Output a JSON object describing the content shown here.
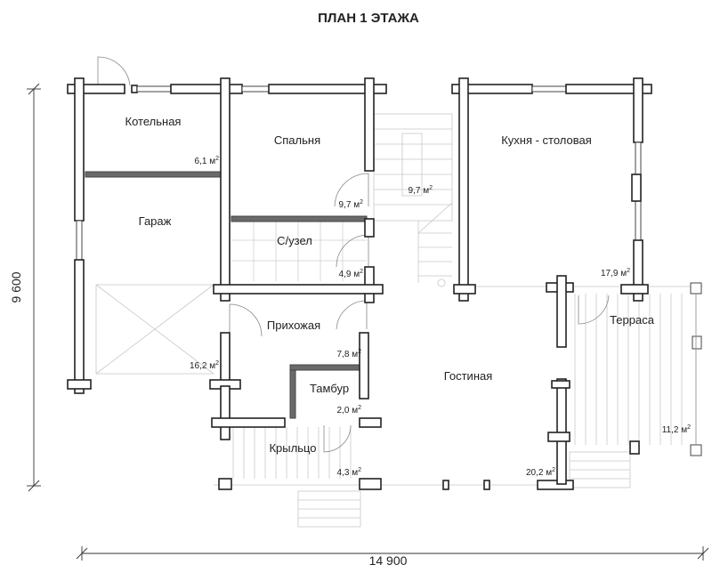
{
  "title": "ПЛАН 1 ЭТАЖА",
  "dimensions": {
    "width": "14 900",
    "height": "9 600"
  },
  "area_unit": "м",
  "area_unit_power": "2",
  "rooms": [
    {
      "name": "Котельная",
      "area": "6,1"
    },
    {
      "name": "Спальня",
      "area": "9,7"
    },
    {
      "name": "",
      "area": "9,7"
    },
    {
      "name": "Кухня - столовая",
      "area": "17,9"
    },
    {
      "name": "Гараж",
      "area": "16,2"
    },
    {
      "name": "С/узел",
      "area": "4,9"
    },
    {
      "name": "Прихожая",
      "area": "7,8"
    },
    {
      "name": "Тамбур",
      "area": "2,0"
    },
    {
      "name": "Гостиная",
      "area": "20,2"
    },
    {
      "name": "Терраса",
      "area": "11,2"
    },
    {
      "name": "Крыльцо",
      "area": "4,3"
    }
  ]
}
